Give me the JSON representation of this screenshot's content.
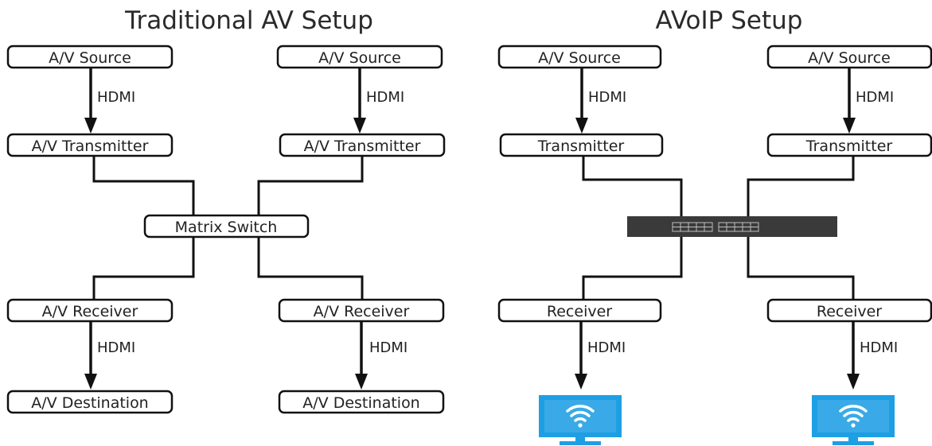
{
  "diagrams": {
    "traditional": {
      "title": "Traditional AV Setup",
      "source_left": "A/V Source",
      "source_right": "A/V Source",
      "transmitter_left": "A/V Transmitter",
      "transmitter_right": "A/V Transmitter",
      "switch": "Matrix Switch",
      "receiver_left": "A/V Receiver",
      "receiver_right": "A/V Receiver",
      "destination_left": "A/V Destination",
      "destination_right": "A/V Destination",
      "link_labels": [
        "HDMI",
        "HDMI",
        "HDMI",
        "HDMI"
      ]
    },
    "avoip": {
      "title": "AVoIP Setup",
      "source_left": "A/V Source",
      "source_right": "A/V Source",
      "transmitter_left": "Transmitter",
      "transmitter_right": "Transmitter",
      "network_switch_icon": "network-switch-icon",
      "receiver_left": "Receiver",
      "receiver_right": "Receiver",
      "display_icon": "wifi-display-icon",
      "link_labels": [
        "HDMI",
        "HDMI",
        "HDMI",
        "HDMI"
      ]
    }
  },
  "colors": {
    "line": "#111111",
    "switch_body": "#3a3a3a",
    "display_blue": "#1e9fe4"
  }
}
